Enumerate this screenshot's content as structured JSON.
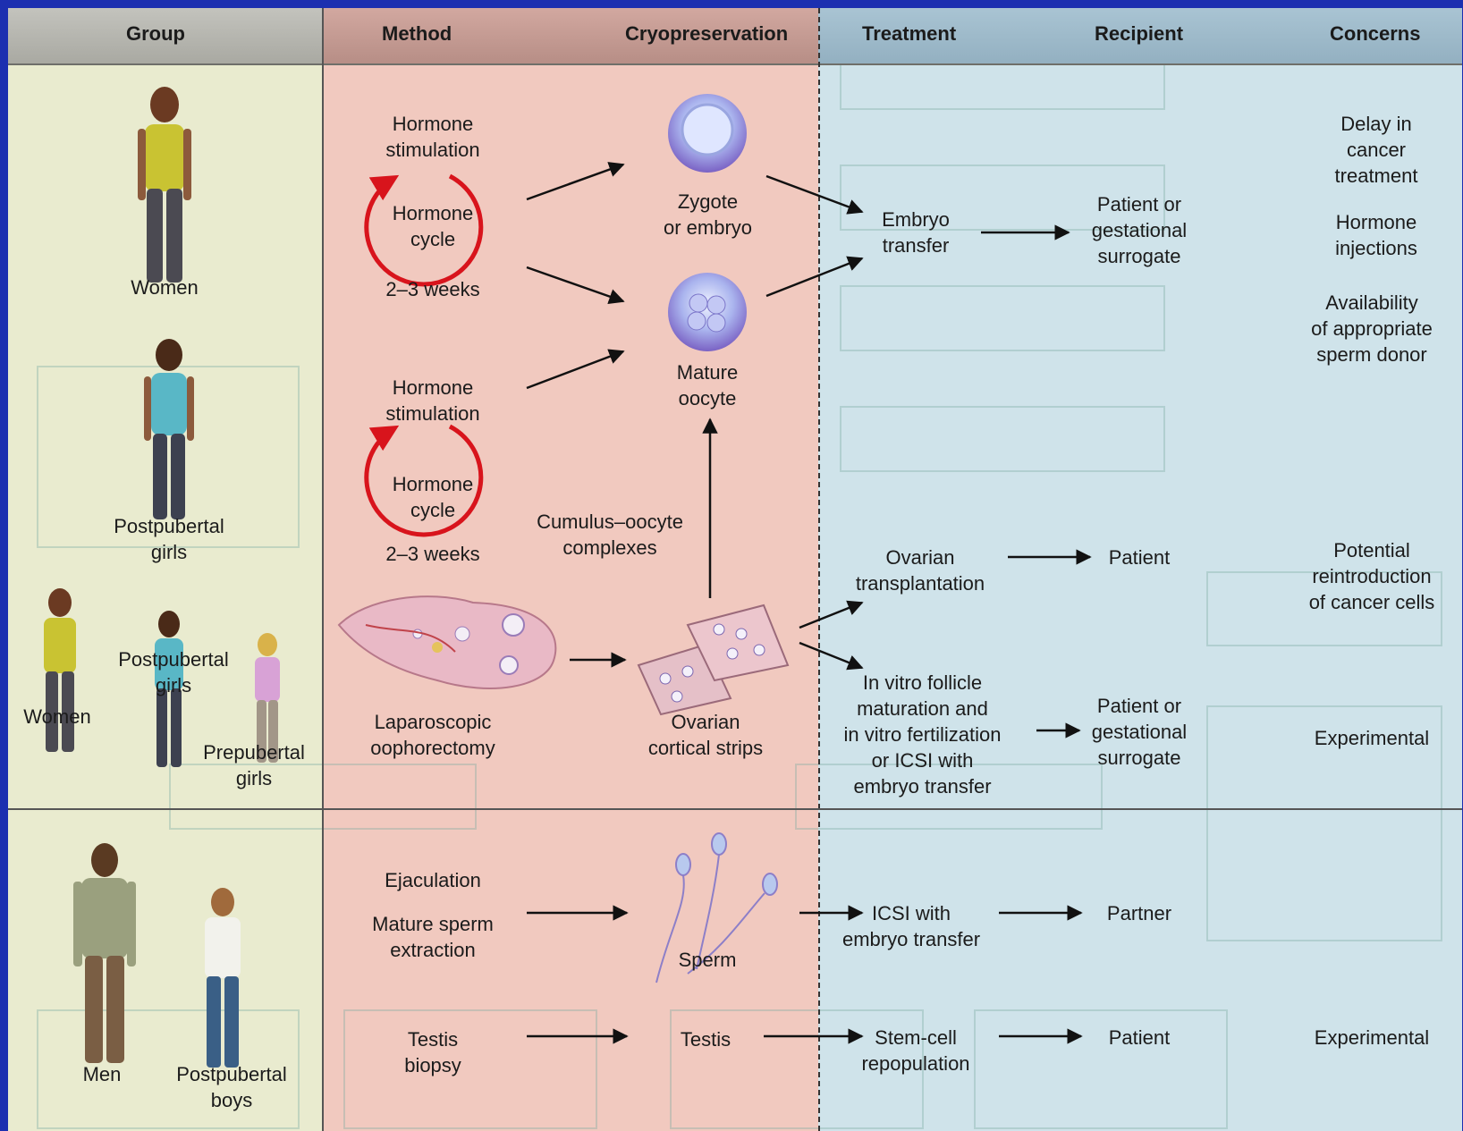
{
  "header": {
    "group": "Group",
    "method": "Method",
    "cryopreservation": "Cryopreservation",
    "treatment": "Treatment",
    "recipient": "Recipient",
    "concerns": "Concerns"
  },
  "groups": {
    "women_top": "Women",
    "postpubertal_girls": "Postpubertal\ngirls",
    "women_mid": "Women",
    "postpubertal_mid": "Postpubertal\ngirls",
    "prepubertal": "Prepubertal\ngirls",
    "men": "Men",
    "postpubertal_boys": "Postpubertal\nboys"
  },
  "method": {
    "hs1": "Hormone\nstimulation",
    "hc1": "Hormone\ncycle",
    "weeks1": "2–3 weeks",
    "hs2": "Hormone\nstimulation",
    "hc2": "Hormone\ncycle",
    "weeks2": "2–3 weeks",
    "laparoscopic": "Laparoscopic\noophorectomy",
    "ejaculation": "Ejaculation",
    "sperm_extraction": "Mature sperm\nextraction",
    "testis_biopsy": "Testis\nbiopsy"
  },
  "cryo": {
    "zygote": "Zygote\nor embryo",
    "oocyte": "Mature\noocyte",
    "cumulus": "Cumulus–oocyte\ncomplexes",
    "ovarian_strips": "Ovarian\ncortical strips",
    "sperm": "Sperm",
    "testis": "Testis"
  },
  "treatment": {
    "embryo_transfer": "Embryo\ntransfer",
    "ovarian_transplant": "Ovarian\ntransplantation",
    "ivm": "In vitro follicle\nmaturation and\nin vitro fertilization\nor ICSI with\nembryo transfer",
    "icsi": "ICSI with\nembryo transfer",
    "stem_cell": "Stem-cell\nrepopulation"
  },
  "recipient": {
    "r1": "Patient or\ngestational\nsurrogate",
    "r2": "Patient",
    "r3": "Patient or\ngestational\nsurrogate",
    "r4": "Partner",
    "r5": "Patient"
  },
  "concerns": {
    "c1": "Delay in\ncancer\ntreatment",
    "c2": "Hormone\ninjections",
    "c3": "Availability\nof appropriate\nsperm donor",
    "c4": "Potential\nreintroduction\nof cancer cells",
    "c5": "Experimental",
    "c6": "Experimental"
  },
  "colors": {
    "group_bg": "#e9ebcf",
    "method_bg": "#f1c9bf",
    "treatment_bg": "#cfe3ea",
    "cycle_red": "#d8141c",
    "border_blue": "#1c2fb0"
  }
}
